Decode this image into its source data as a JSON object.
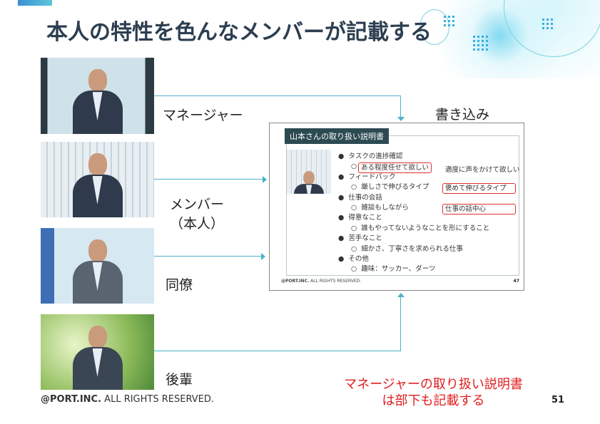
{
  "title": "本人の特性を色んなメンバーが記載する",
  "people": [
    {
      "label": "マネージャー"
    },
    {
      "label_line1": "メンバー",
      "label_line2": "（本人）"
    },
    {
      "label": "同僚"
    },
    {
      "label": "後輩"
    }
  ],
  "write_label": "書き込み",
  "embedded_slide": {
    "title": "山本さんの取り扱い説明書",
    "items": [
      {
        "bullet": "タスクの進捗確認",
        "sub": "ある程度任せて欲しい",
        "alt": "適度に声をかけて欲しい"
      },
      {
        "bullet": "フィードバック",
        "sub": "厳しさで伸びるタイプ",
        "alt": "褒めて伸びるタイプ"
      },
      {
        "bullet": "仕事の会話",
        "sub": "雑談もしながら",
        "alt": "仕事の話中心"
      },
      {
        "bullet": "得意なこと",
        "sub": "誰もやってないようなことを形にすること"
      },
      {
        "bullet": "苦手なこと",
        "sub": "細かさ、丁寧さを求められる仕事"
      },
      {
        "bullet": "その他",
        "sub": "趣味：サッカー、ダーツ"
      }
    ],
    "footer_brand": "@PORT.INC.",
    "footer_rest": " ALL RIGHTS RESERVED.",
    "page": "47"
  },
  "note_line1": "マネージャーの取り扱い説明書",
  "note_line2": "は部下も記載する",
  "footer": {
    "brand": "@PORT.INC.",
    "rest": " ALL RIGHTS RESERVED.",
    "page": "51"
  },
  "colors": {
    "accent": "#4ab3c8",
    "title": "#2c3e50",
    "highlight": "#e02020"
  }
}
